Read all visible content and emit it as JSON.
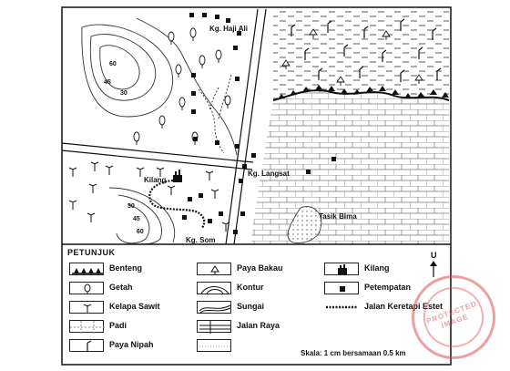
{
  "map": {
    "labels": {
      "haji_ali": "Kg. Haji Ali",
      "langsat": "Kg. Langsat",
      "kilang": "Kilang",
      "som": "Kg. Som",
      "tasik_bima": "Tasik Bima"
    },
    "contours": {
      "c60": "60",
      "c45": "45",
      "c30": "30",
      "c30b": "30",
      "c45b": "45",
      "c60b": "60"
    },
    "north_letter": "U"
  },
  "legend": {
    "title": "PETUNJUK",
    "items": {
      "benteng": "Benteng",
      "getah": "Getah",
      "kelapa_sawit": "Kelapa Sawit",
      "padi": "Padi",
      "paya_nipah": "Paya Nipah",
      "paya_bakau": "Paya Bakau",
      "kontur": "Kontur",
      "sungai": "Sungai",
      "jalan_raya": "Jalan Raya",
      "kilang": "Kilang",
      "petempatan": "Petempatan",
      "jalan_keretapi": "Jalan Keretapi Estet"
    },
    "scale": "Skala: 1 cm bersamaan 0.5 km"
  },
  "stamp": {
    "text": "PROTECTED IMAGE"
  }
}
